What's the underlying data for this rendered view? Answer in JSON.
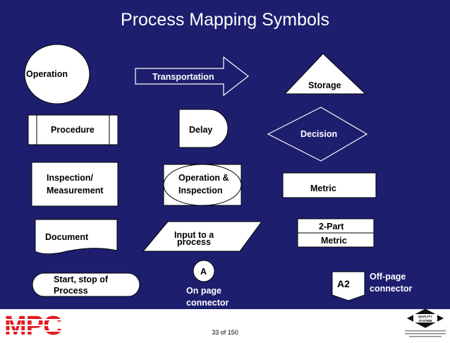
{
  "title": "Process Mapping Symbols",
  "symbols": {
    "operation": "Operation",
    "transportation": "Transportation",
    "storage": "Storage",
    "procedure": "Procedure",
    "delay": "Delay",
    "decision": "Decision",
    "inspection_l1": "Inspection/",
    "inspection_l2": "Measurement",
    "op_insp_l1": "Operation &",
    "op_insp_l2": "Inspection",
    "metric": "Metric",
    "document": "Document",
    "input_l1": "Input to a",
    "input_l2": "process",
    "two_part_l1": "2-Part",
    "two_part_l2": "Metric",
    "start_l1": "Start, stop of",
    "start_l2": "Process",
    "on_page_letter": "A",
    "on_page_l1": "On page",
    "on_page_l2": "connector",
    "off_page_label": "A2",
    "off_page_l1": "Off-page",
    "off_page_l2": "connector"
  },
  "footer": {
    "logo_text": "MPC",
    "badge_line1": "QUALITY",
    "badge_line2": "SYSTEM",
    "page_number": "33 of 150"
  },
  "colors": {
    "background": "#1d1e6e",
    "logo_red": "#e31b23",
    "shape_fill": "#ffffff"
  }
}
